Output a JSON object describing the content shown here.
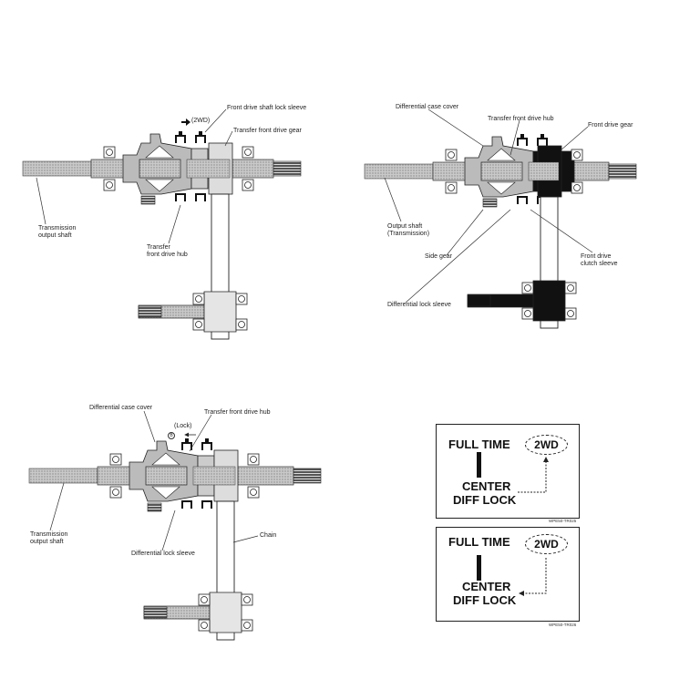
{
  "panel_2wd": {
    "front_drive_shaft_lock_sleeve": "Front drive shaft lock sleeve",
    "mode": "(2WD)",
    "transfer_front_drive_gear": "Transfer front drive gear",
    "transmission_output_shaft": [
      "Transmission",
      "output shaft"
    ],
    "transfer_front_drive_hub": [
      "Transfer",
      "front drive hub"
    ]
  },
  "panel_full_time": {
    "differential_case_cover": "Differential case cover",
    "transfer_front_drive_hub": "Transfer front drive hub",
    "front_drive_gear": "Front drive gear",
    "output_shaft": [
      "Output shaft",
      "(Transmission)"
    ],
    "side_gear": "Side gear",
    "front_drive_clutch_sleeve": [
      "Front drive",
      "clutch sleeve"
    ],
    "differential_lock_sleeve": "Differential lock sleeve"
  },
  "panel_lock": {
    "differential_case_cover": "Differential case cover",
    "transfer_front_drive_hub": "Transfer front drive hub",
    "mode": "(Lock)",
    "marker": "B",
    "transmission_output_shaft": [
      "Transmission",
      "output shaft"
    ],
    "chain": "Chain",
    "differential_lock_sleeve": "Differential lock sleeve"
  },
  "indicator_panels": [
    {
      "full_time": "FULL TIME",
      "two_wd": "2WD",
      "center": "CENTER",
      "diff_lock": "DIFF LOCK",
      "code": "WPE50-TR025"
    },
    {
      "full_time": "FULL TIME",
      "two_wd": "2WD",
      "center": "CENTER",
      "diff_lock": "DIFF LOCK",
      "code": "WPE50-TR026"
    }
  ]
}
